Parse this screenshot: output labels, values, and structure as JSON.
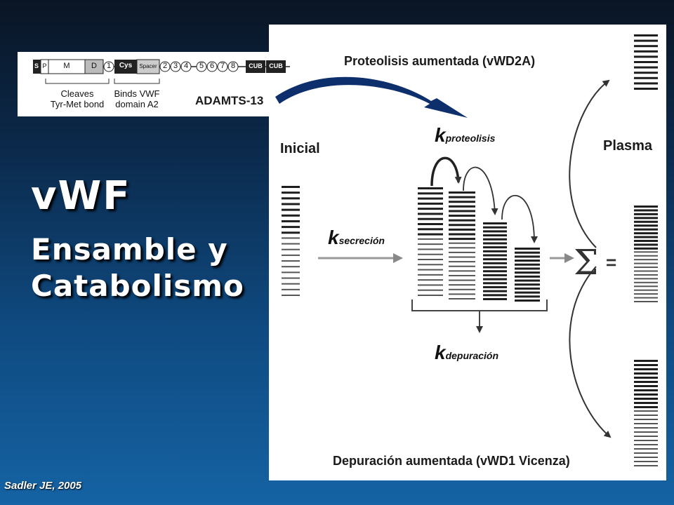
{
  "slide": {
    "title": "vWF",
    "subtitle_line1": "Ensamble y",
    "subtitle_line2": "Catabolismo",
    "citation": "Sadler JE, 2005"
  },
  "domain_map": {
    "domains": [
      "S",
      "P",
      "M",
      "D",
      "1",
      "Cys",
      "Spacer",
      "2",
      "3",
      "4",
      "5",
      "6",
      "7",
      "8",
      "CUB",
      "CUB"
    ],
    "annotation_left_line1": "Cleaves",
    "annotation_left_line2": "Tyr-Met bond",
    "annotation_right_line1": "Binds VWF",
    "annotation_right_line2": "domain A2",
    "enzyme_label": "ADAMTS-13"
  },
  "diagram": {
    "top_label": "Proteolisis aumentada (vWD2A)",
    "bottom_label": "Depuración aumentada (vWD1 Vicenza)",
    "initial_label": "Inicial",
    "plasma_label": "Plasma",
    "k_proteolysis": {
      "k": "k",
      "sub": "proteolisis"
    },
    "k_secretion": {
      "k": "k",
      "sub": "secreción"
    },
    "k_clearance": {
      "k": "k",
      "sub": "depuración"
    },
    "sum_symbol": "Σ",
    "equals_symbol": "="
  },
  "colors": {
    "navy_arrow": "#0d2f6b",
    "band": "#222222",
    "text_white": "#ffffff"
  }
}
